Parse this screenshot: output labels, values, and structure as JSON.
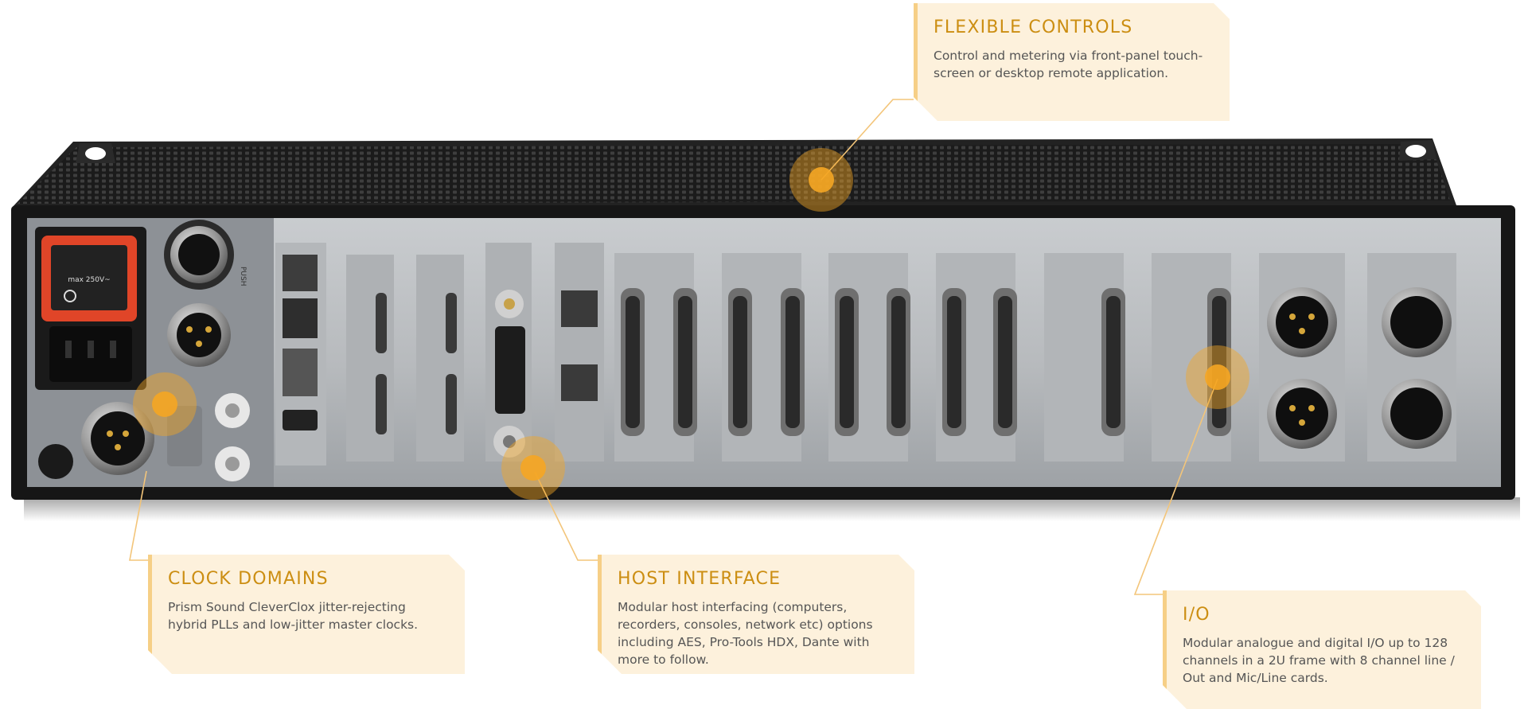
{
  "callouts": {
    "flexible_controls": {
      "title": "FLEXIBLE CONTROLS",
      "body": "Control and metering via front-panel touch-screen or desktop remote application."
    },
    "clock_domains": {
      "title": "CLOCK DOMAINS",
      "body": "Prism Sound CleverClox jitter-rejecting hybrid PLLs and low-jitter master clocks."
    },
    "host_interface": {
      "title": "HOST INTERFACE",
      "body": "Modular host interfacing (computers, recorders, consoles, network etc) options including AES, Pro-Tools HDX, Dante with more to follow."
    },
    "io": {
      "title": "I/O",
      "body": "Modular analogue and digital I/O up to 128 channels in a 2U frame with 8 channel line / Out and Mic/Line cards."
    }
  },
  "device": {
    "power_switch_label": "max 250V~",
    "push_label": "PUSH"
  },
  "colors": {
    "accent": "#cc8e12",
    "callout_bg": "#fdf1dc",
    "callout_border": "#f6cf86",
    "hotspot": "#f5a623",
    "chassis": "#1d1d1d",
    "panel": "#b9bcbf"
  }
}
